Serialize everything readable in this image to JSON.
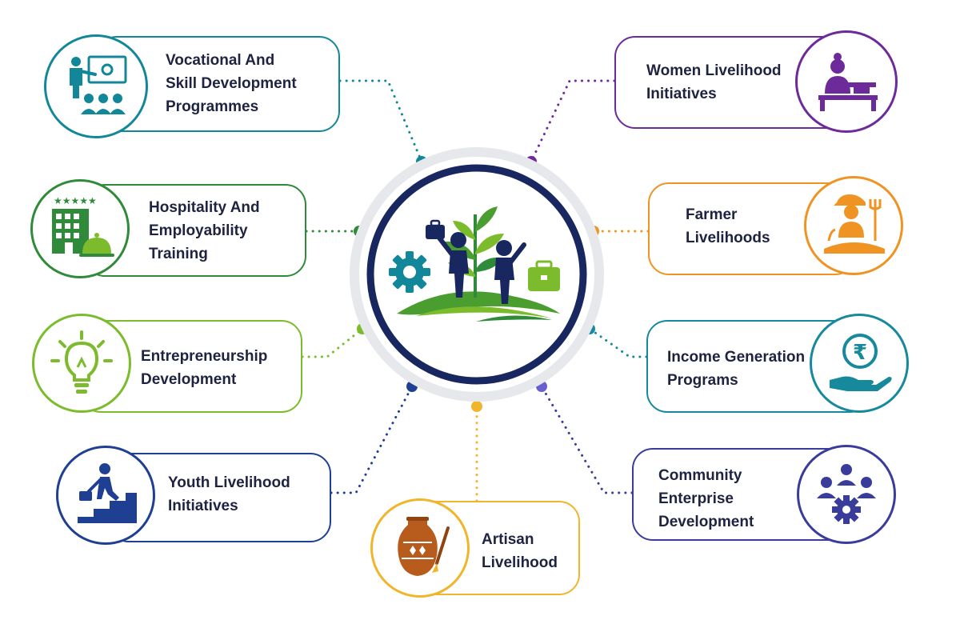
{
  "colors": {
    "navy": "#18275f",
    "teal": "#13879a",
    "green": "#2f8b3a",
    "lime": "#7cbc2c",
    "blue": "#1f3f93",
    "purple": "#6c2a9b",
    "orange": "#ef9323",
    "teal_right": "#17899c",
    "indigo": "#3a3c9c",
    "gold": "#f1b52b"
  },
  "center": {
    "icon": "livelihood-people-plant-icon"
  },
  "nodes": [
    {
      "id": "vocational",
      "label": "Vocational And\nSkill Development\nProgrammes",
      "icon": "trainer-presentation-icon",
      "color": "#13879a"
    },
    {
      "id": "hospitality",
      "label": "Hospitality And\nEmployability\nTraining",
      "icon": "hotel-service-icon",
      "color": "#2f8b3a"
    },
    {
      "id": "entrepreneurship",
      "label": "Entrepreneurship\nDevelopment",
      "icon": "lightbulb-icon",
      "color": "#7cbc2c"
    },
    {
      "id": "youth",
      "label": "Youth Livelihood\nInitiatives",
      "icon": "climbing-steps-icon",
      "color": "#1f3f93"
    },
    {
      "id": "women",
      "label": "Women Livelihood\nInitiatives",
      "icon": "woman-sewing-icon",
      "color": "#6c2a9b"
    },
    {
      "id": "farmer",
      "label": "Farmer\nLivelihoods",
      "icon": "farmer-icon",
      "color": "#ef9323"
    },
    {
      "id": "income",
      "label": "Income Generation\nPrograms",
      "icon": "rupee-hand-icon",
      "color": "#17899c"
    },
    {
      "id": "community",
      "label": "Community\nEnterprise\nDevelopment",
      "icon": "community-gear-icon",
      "color": "#3a3c9c"
    },
    {
      "id": "artisan",
      "label": "Artisan\nLivelihood",
      "icon": "pottery-brush-icon",
      "color": "#f1b52b"
    }
  ]
}
